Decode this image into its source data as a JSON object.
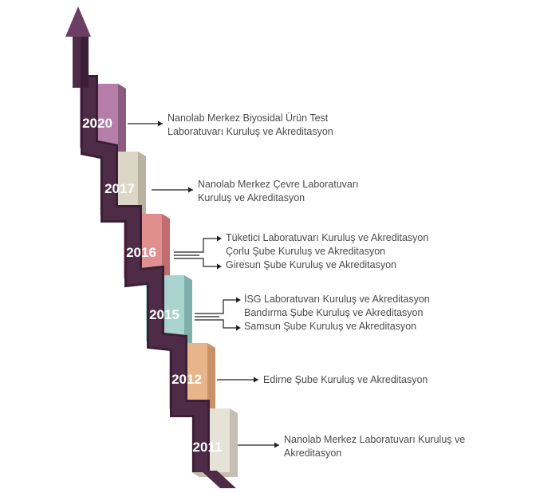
{
  "colors": {
    "ribbon": "#4e2c48",
    "ribbon_shadow": "#3b1f36",
    "arrow_head": "#6a3f63",
    "connector": "#222222",
    "text": "#4a4a4a"
  },
  "milestones": [
    {
      "year": "2020",
      "color": "#b57ea8",
      "side": "#8b5b80",
      "lines": [
        "Nanolab Merkez Biyosidal Ürün Test",
        "Laboratuvarı Kuruluş ve Akreditasyon"
      ]
    },
    {
      "year": "2017",
      "color": "#dcd6c6",
      "side": "#b9b2a0",
      "lines": [
        "Nanolab Merkez Çevre Laboratuvarı",
        "Kuruluş ve Akreditasyon"
      ]
    },
    {
      "year": "2016",
      "color": "#e08e8e",
      "side": "#c26e70",
      "lines": [
        "Tüketici Laboratuvarı Kuruluş ve Akreditasyon",
        "Çorlu Şube Kuruluş ve Akreditasyon",
        "Giresun Şube Kuruluş ve Akreditasyon"
      ]
    },
    {
      "year": "2015",
      "color": "#a8d3cf",
      "side": "#7fb0ac",
      "lines": [
        "İSG Laboratuvarı Kuruluş ve Akreditasyon",
        "Bandırma Şube Kuruluş ve Akreditasyon",
        "Samsun Şube Kuruluş ve Akreditasyon"
      ]
    },
    {
      "year": "2012",
      "color": "#e8b58a",
      "side": "#c99266",
      "lines": [
        "Edirne Şube Kuruluş ve Akreditasyon"
      ]
    },
    {
      "year": "2011",
      "color": "#e6e2d8",
      "side": "#c4bfb2",
      "lines": [
        "Nanolab Merkez Laboratuvarı Kuruluş ve",
        "Akreditasyon"
      ]
    }
  ]
}
